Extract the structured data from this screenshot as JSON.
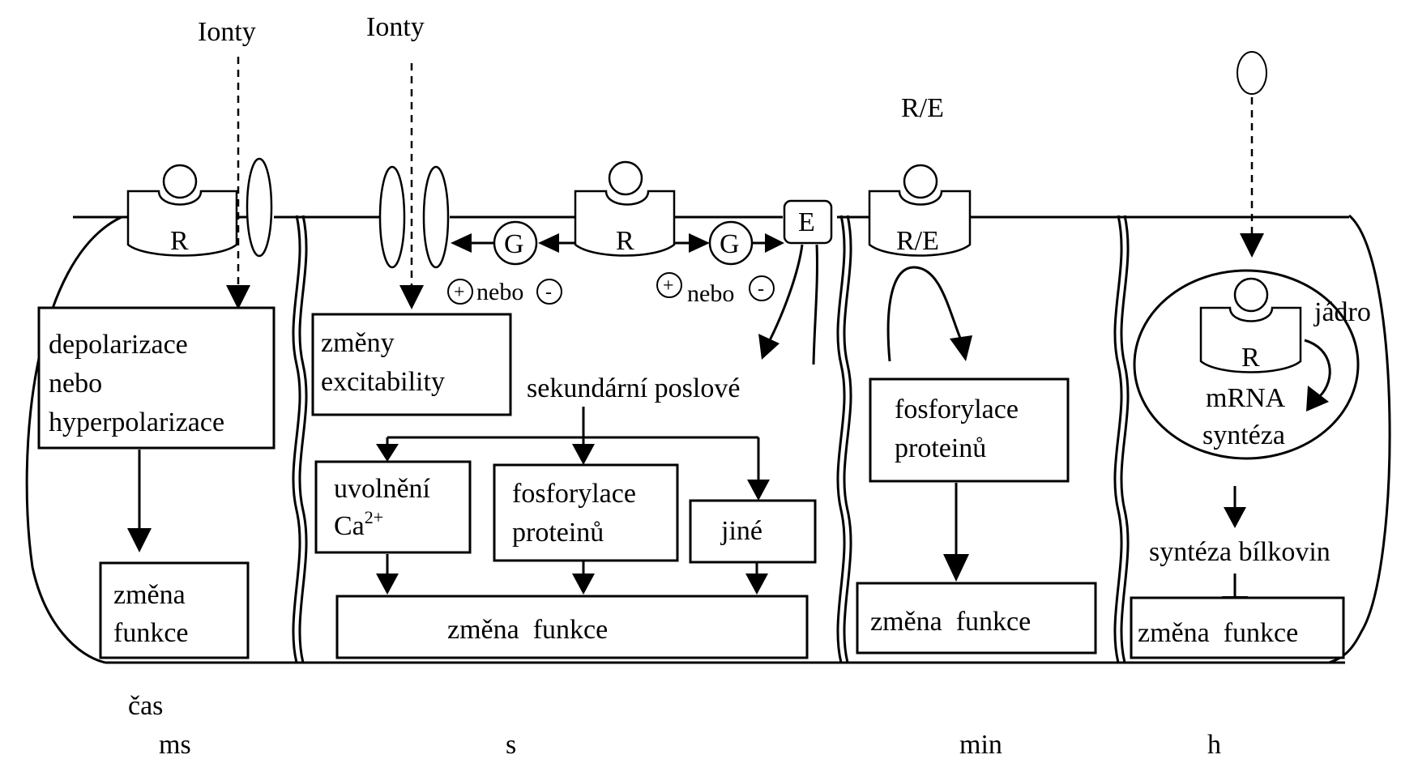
{
  "diagram": {
    "top_labels": {
      "ions_1": "Ionty",
      "ions_2": "Ionty",
      "receptor_effector": "R/E"
    },
    "receptors": {
      "r": "R",
      "re": "R/E",
      "g": "G",
      "e": "E"
    },
    "signs": {
      "plus": "+",
      "minus": "-",
      "or": "nebo"
    },
    "column_1": {
      "box_lines": [
        "depolarizace",
        "nebo",
        "hyperpolarizace"
      ],
      "result_lines": [
        "změna",
        "funkce"
      ]
    },
    "column_2": {
      "excitability_lines": [
        "změny",
        "excitability"
      ],
      "second_messengers": "sekundární poslové",
      "calcium_line1": "uvolnění",
      "calcium_base": "Ca",
      "calcium_sup": "2+",
      "phospho_lines": [
        "fosforylace",
        "proteinů"
      ],
      "other": "jiné",
      "result": "změna  funkce"
    },
    "column_3": {
      "phospho_lines": [
        "fosforylace",
        "proteinů"
      ],
      "result": "změna  funkce"
    },
    "column_4": {
      "nucleus": "jádro",
      "mrna_lines": [
        "mRNA",
        "syntéza"
      ],
      "protein_synthesis": "syntéza bílkovin",
      "result": "změna  funkce"
    },
    "time": {
      "label": "čas",
      "scale": [
        "ms",
        "s",
        "min",
        "h"
      ]
    }
  }
}
